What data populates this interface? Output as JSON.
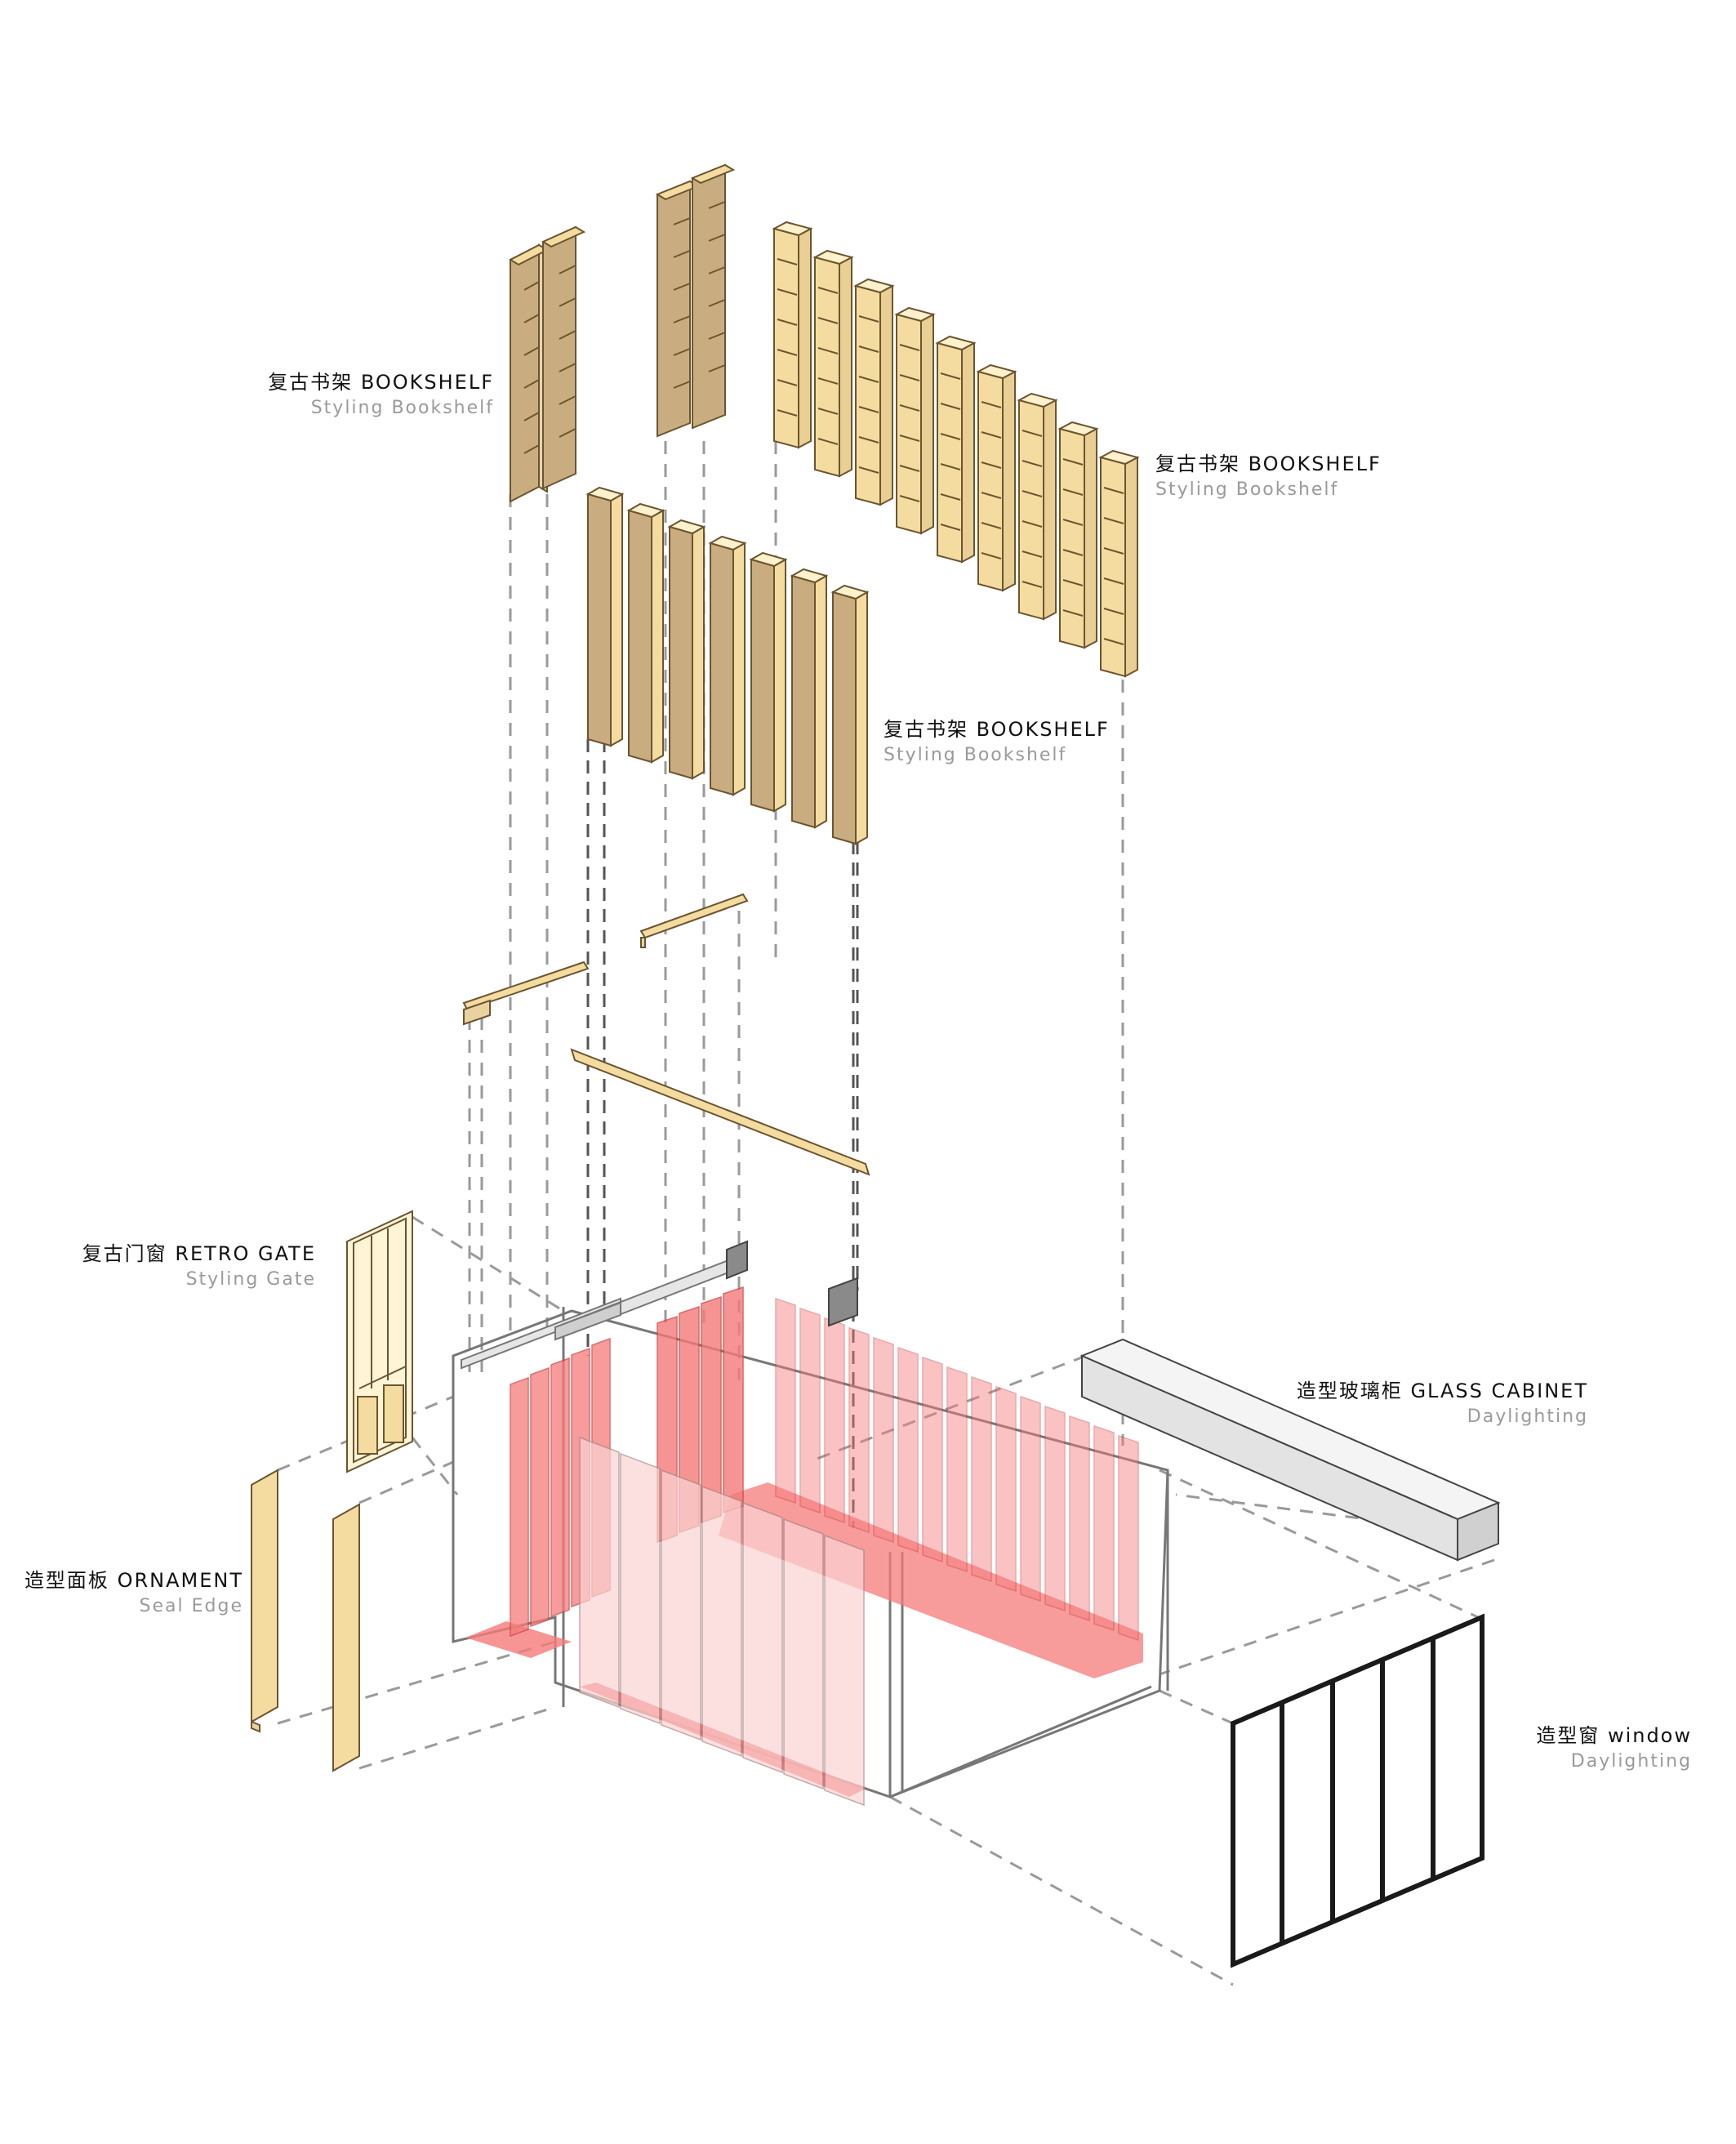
{
  "labels": {
    "bookshelf_a": {
      "title": "复古书架  BOOKSHELF",
      "subtitle": "Styling Bookshelf"
    },
    "bookshelf_b": {
      "title": "复古书架  BOOKSHELF",
      "subtitle": "Styling Bookshelf"
    },
    "bookshelf_c": {
      "title": "复古书架  BOOKSHELF",
      "subtitle": "Styling Bookshelf"
    },
    "retro_gate": {
      "title": "复古门窗  RETRO GATE",
      "subtitle": "Styling Gate"
    },
    "ornament": {
      "title": "造型面板  ORNAMENT",
      "subtitle": "Seal Edge"
    },
    "glass_cabinet": {
      "title": "造型玻璃柜  GLASS CABINET",
      "subtitle": "Daylighting"
    },
    "window": {
      "title": "造型窗  window",
      "subtitle": "Daylighting"
    }
  },
  "colors": {
    "wood_dark": "#c9ad80",
    "wood_light": "#f4dca0",
    "wood_edge": "#6b5530",
    "panel_red": "#f57a7a",
    "panel_pink": "#fbd3d3",
    "dash": "#9a9a9a",
    "frame": "#1a1a1a"
  }
}
